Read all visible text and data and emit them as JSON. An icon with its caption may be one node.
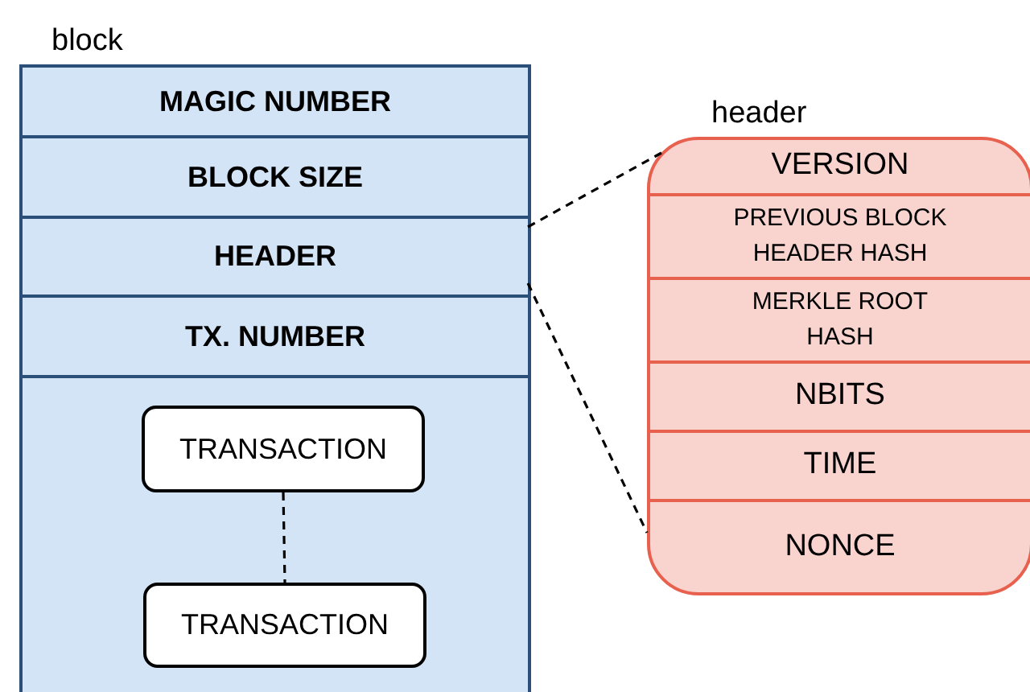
{
  "diagram": {
    "nodes": [
      {
        "text": [
          "block"
        ]
      },
      {
        "text": [
          "MAGIC NUMBER"
        ],
        "in": 0
      },
      {
        "text": [
          "BLOCK SIZE"
        ],
        "in": 0
      },
      {
        "text": [
          "HEADER"
        ],
        "in": 0
      },
      {
        "text": [
          "TX. NUMBER"
        ],
        "in": 0
      },
      {
        "text": [
          "TRANSACTION"
        ],
        "in": 0
      },
      {
        "text": [
          "TRANSACTION"
        ],
        "in": 0
      },
      {
        "text": [
          "header"
        ]
      },
      {
        "text": [
          "VERSION"
        ],
        "in": 7
      },
      {
        "text": [
          "PREVIOUS BLOCK HEADER HASH"
        ],
        "in": 7
      },
      {
        "text": [
          "MERKLE ROOT HASH"
        ],
        "in": 7
      },
      {
        "text": [
          "NBITS"
        ],
        "in": 7
      },
      {
        "text": [
          "TIME"
        ],
        "in": 7
      },
      {
        "text": [
          "NONCE"
        ],
        "in": 7
      }
    ],
    "edges": [
      {
        "from": 5,
        "to": 6,
        "arrow": "none",
        "style": "dashed"
      },
      {
        "from": 3,
        "to": 7,
        "arrow": "none",
        "style": "dashed"
      },
      {
        "from": 3,
        "to": 7,
        "arrow": "none",
        "style": "dashed"
      }
    ]
  }
}
